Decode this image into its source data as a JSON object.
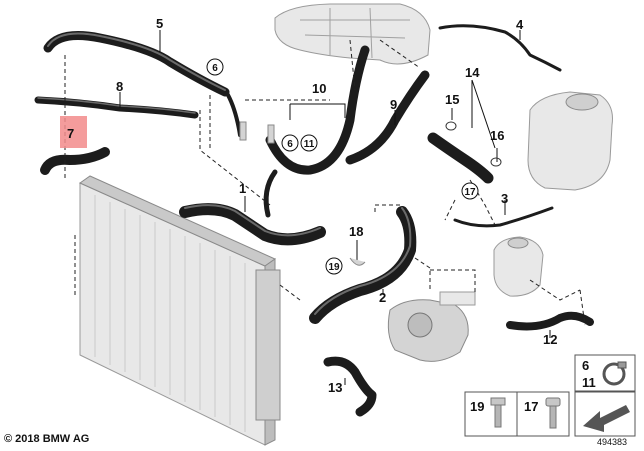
{
  "callouts": {
    "c1": "1",
    "c2": "2",
    "c3": "3",
    "c4": "4",
    "c5": "5",
    "c6": "6",
    "c7": "7",
    "c8": "8",
    "c9": "9",
    "c10": "10",
    "c11": "11",
    "c12": "12",
    "c13": "13",
    "c14": "14",
    "c15": "15",
    "c16": "16",
    "c17": "17",
    "c18": "18",
    "c19": "19"
  },
  "circled": {
    "c6_top": "6",
    "c6_mid": "6",
    "c11_mid": "11",
    "c17_mid": "17",
    "c19_mid": "19"
  },
  "legend": {
    "l19": "19",
    "l17": "17",
    "l6": "6",
    "l11": "11"
  },
  "highlight_color": "#f28b8b",
  "footer": {
    "copyright": "© 2018 BMW AG",
    "diagram_number": "494383"
  }
}
